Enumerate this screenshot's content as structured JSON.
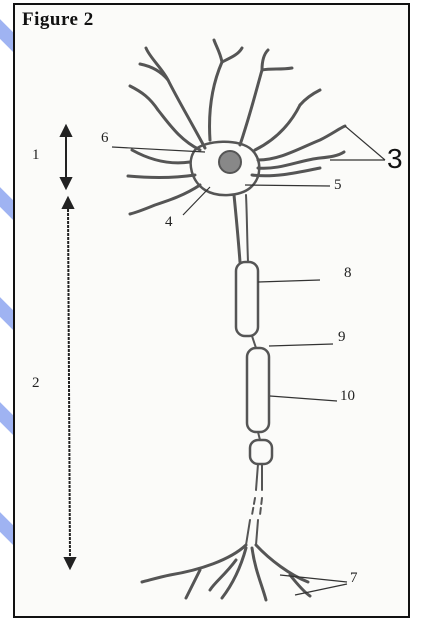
{
  "figure": {
    "title": "Figure 2",
    "labels": {
      "l1": "1",
      "l2": "2",
      "l3": "3",
      "l4": "4",
      "l5": "5",
      "l6": "6",
      "l7": "7",
      "l8": "8",
      "l9": "9",
      "l10": "10"
    }
  },
  "colors": {
    "frame_border": "#111111",
    "ink": "#444444",
    "watermark_stripe": "#9fb3f2"
  }
}
